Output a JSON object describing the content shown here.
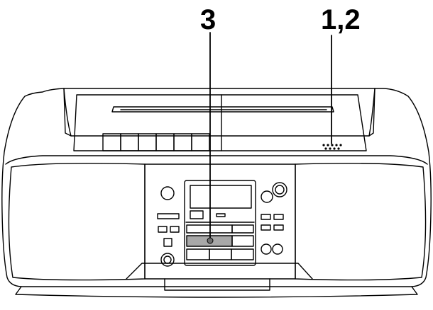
{
  "callouts": {
    "step_3": "3",
    "steps_1_2": "1,2"
  },
  "device": {
    "type": "portable CD radio cassette player"
  },
  "colors": {
    "ink": "#000000",
    "paper": "#ffffff",
    "highlight": "#a8a8a8",
    "highlight_dark": "#6e6e6e"
  }
}
